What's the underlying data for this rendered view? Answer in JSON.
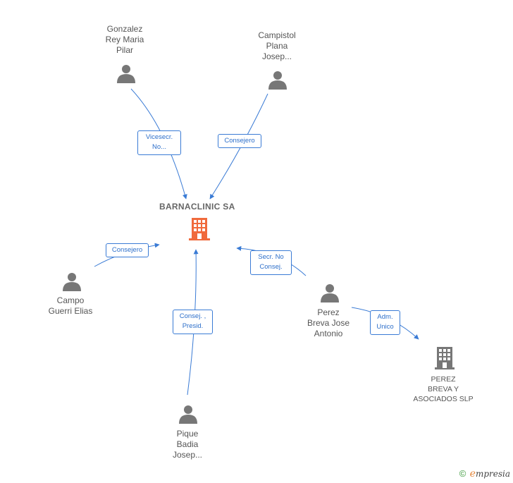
{
  "center": {
    "name": "BARNACLINIC SA"
  },
  "people": [
    {
      "id": "gonzalez",
      "name": "Gonzalez\nRey Maria\nPilar"
    },
    {
      "id": "campistol",
      "name": "Campistol\nPlana\nJosep..."
    },
    {
      "id": "campo",
      "name": "Campo\nGuerri Elias"
    },
    {
      "id": "pique",
      "name": "Pique\nBadia\nJosep..."
    },
    {
      "id": "perez",
      "name": "Perez\nBreva Jose\nAntonio"
    }
  ],
  "companies": [
    {
      "id": "perez-breva",
      "name": "PEREZ\nBREVA Y\nASOCIADOS SLP"
    }
  ],
  "relations": [
    {
      "from": "gonzalez",
      "to": "center",
      "label": "Vicesecr.\nNo..."
    },
    {
      "from": "campistol",
      "to": "center",
      "label": "Consejero"
    },
    {
      "from": "campo",
      "to": "center",
      "label": "Consejero"
    },
    {
      "from": "pique",
      "to": "center",
      "label": "Consej. ,\nPresid."
    },
    {
      "from": "perez",
      "to": "center",
      "label": "Secr.  No\nConsej."
    },
    {
      "from": "perez",
      "to": "perez-breva",
      "label": "Adm.\nUnico"
    }
  ],
  "colors": {
    "link": "#3a7bd5",
    "person": "#777777",
    "center": "#f06a3c",
    "company": "#777777"
  },
  "footer": {
    "copyright": "©",
    "brand_initial": "e",
    "brand_rest": "mpresia"
  }
}
